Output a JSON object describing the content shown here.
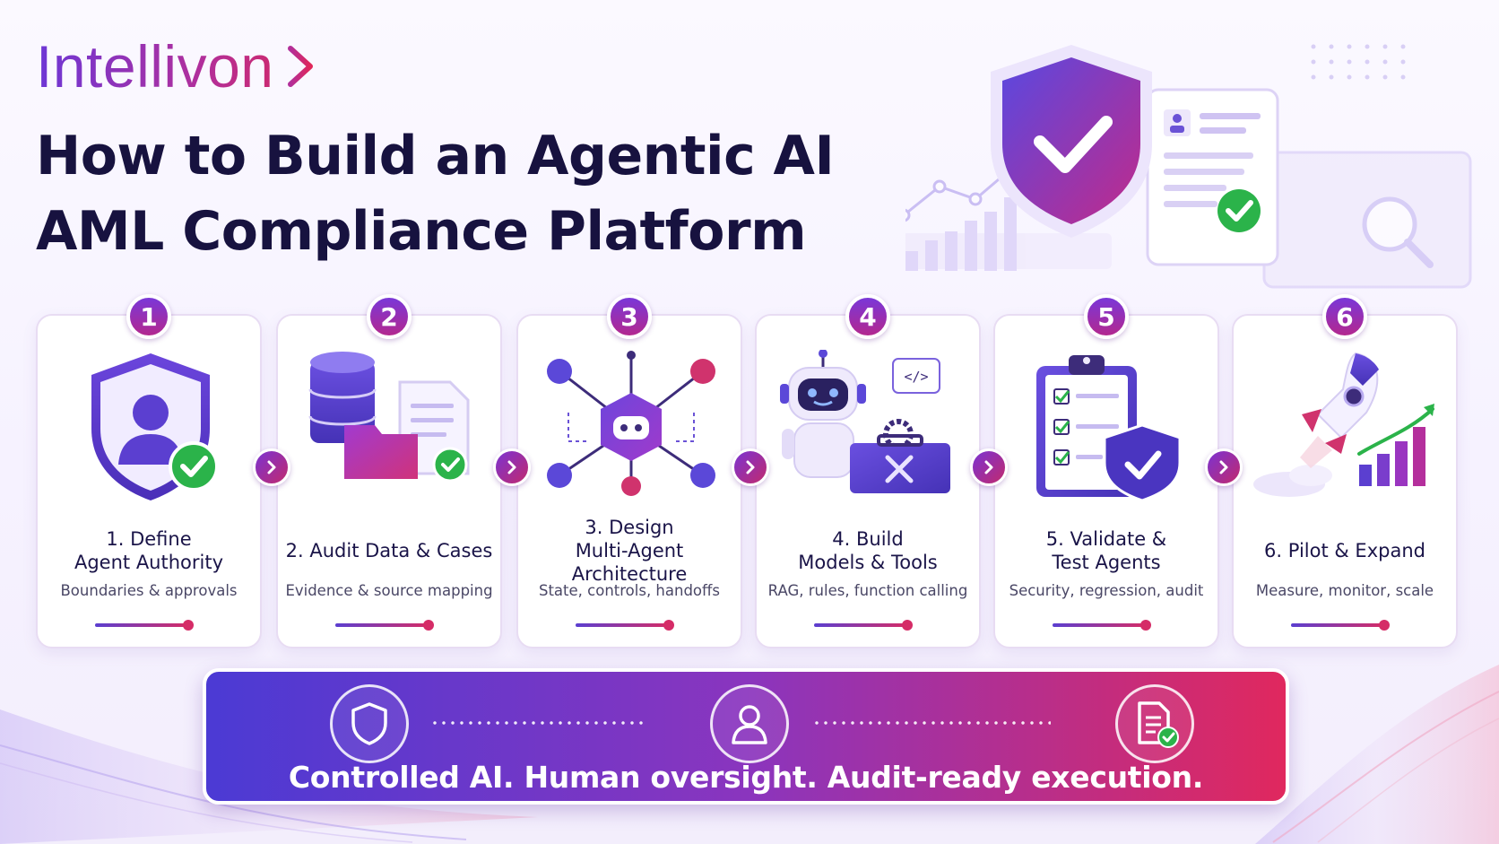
{
  "brand": {
    "name": "Intellivon"
  },
  "title": {
    "line1": "How to Build an Agentic AI",
    "line2": "AML Compliance Platform"
  },
  "steps": [
    {
      "number": "1",
      "title": "1. Define\nAgent Authority",
      "subtitle": "Boundaries & approvals",
      "icon": "shield-user-icon"
    },
    {
      "number": "2",
      "title": "2. Audit Data & Cases",
      "subtitle": "Evidence & source mapping",
      "icon": "database-folder-icon"
    },
    {
      "number": "3",
      "title": "3. Design\nMulti-Agent Architecture",
      "subtitle": "State, controls, handoffs",
      "icon": "agent-network-icon"
    },
    {
      "number": "4",
      "title": "4. Build\nModels & Tools",
      "subtitle": "RAG, rules, function calling",
      "icon": "robot-toolbox-icon"
    },
    {
      "number": "5",
      "title": "5. Validate &\nTest Agents",
      "subtitle": "Security, regression, audit",
      "icon": "clipboard-shield-icon"
    },
    {
      "number": "6",
      "title": "6. Pilot & Expand",
      "subtitle": "Measure, monitor, scale",
      "icon": "rocket-chart-icon"
    }
  ],
  "banner": {
    "text": "Controlled AI. Human oversight. Audit-ready execution.",
    "icons": [
      "shield-icon",
      "user-icon",
      "document-check-icon"
    ]
  },
  "colors": {
    "title": "#17123f",
    "brand_start": "#6d37d6",
    "brand_end": "#d9275a",
    "badge": "#7a37d8",
    "banner_start": "#4b3ad4",
    "banner_end": "#e0285e",
    "check_green": "#2bb34a"
  }
}
